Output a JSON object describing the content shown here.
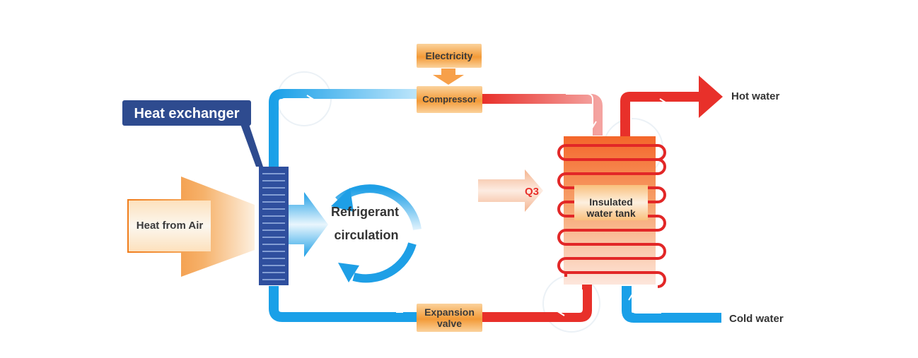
{
  "labels": {
    "heat_exchanger": "Heat exchanger",
    "heat_from_air": "Heat from Air",
    "electricity": "Electricity",
    "compressor": "Compressor",
    "refrigerant_line1": "Refrigerant",
    "refrigerant_line2": "circulation",
    "q3": "Q3",
    "tank_line1": "Insulated",
    "tank_line2": "water tank",
    "hot_water": "Hot water",
    "cold_water": "Cold water",
    "expansion_line1": "Expansion",
    "expansion_line2": "valve"
  },
  "colors": {
    "cold_pipe": "#1aa0e8",
    "hot_pipe": "#e8302a",
    "exchanger": "#2f4f9e",
    "callout": "#2e4b8f",
    "orange": "#f39a37"
  }
}
